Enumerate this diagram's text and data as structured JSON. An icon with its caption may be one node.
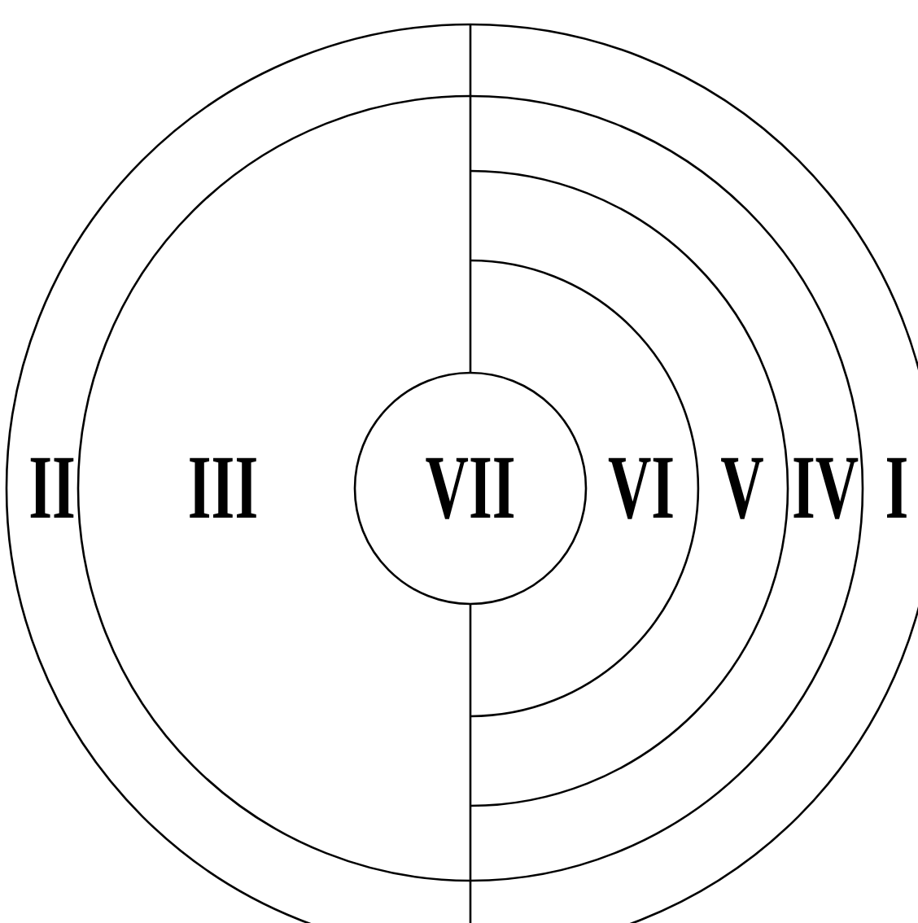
{
  "diagram": {
    "labels": [
      "II",
      "III",
      "VII",
      "VI",
      "V",
      "IV",
      "I"
    ]
  }
}
